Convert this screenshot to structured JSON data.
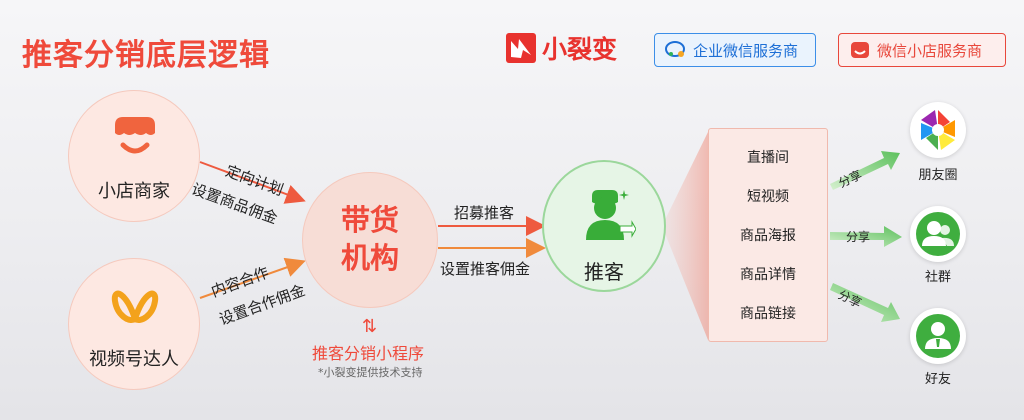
{
  "title": "推客分销底层逻辑",
  "brand": {
    "name": "小裂变",
    "badges": {
      "wecom": "企业微信服务商",
      "shop": "微信小店服务商"
    }
  },
  "nodes": {
    "merchant": "小店商家",
    "creator": "视频号达人",
    "agency": [
      "带货",
      "机构"
    ],
    "promoter": "推客"
  },
  "edges": {
    "merchant_agency": [
      "定向计划",
      "设置商品佣金"
    ],
    "creator_agency": [
      "内容合作",
      "设置合作佣金"
    ],
    "agency_promoter": [
      "招募推客",
      "设置推客佣金"
    ]
  },
  "miniprogram": {
    "arrow": "⇅",
    "label": "推客分销小程序",
    "note": "*小裂变提供技术支持"
  },
  "content_types": [
    "直播间",
    "短视频",
    "商品海报",
    "商品详情",
    "商品链接"
  ],
  "channels": [
    {
      "share": "分享",
      "label": "朋友圈"
    },
    {
      "share": "分享",
      "label": "社群"
    },
    {
      "share": "分享",
      "label": "好友"
    }
  ],
  "colors": {
    "accent": "#ef4a3b",
    "green": "#5cc05c",
    "blue": "#3b8ee8"
  }
}
